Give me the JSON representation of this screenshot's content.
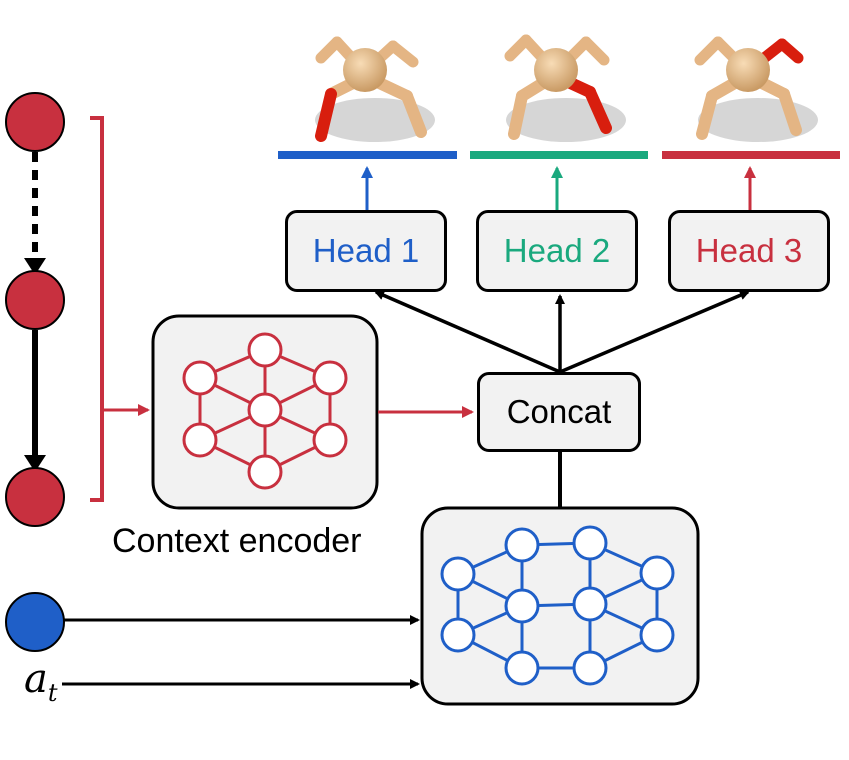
{
  "heads": [
    {
      "label": "Head 1",
      "color": "#1f5fc8"
    },
    {
      "label": "Head 2",
      "color": "#1aa97e"
    },
    {
      "label": "Head 3",
      "color": "#c8303f"
    }
  ],
  "concat_label": "Concat",
  "context_encoder_label": "Context encoder",
  "action_label": {
    "base": "a",
    "subscript": "t"
  },
  "colors": {
    "context_red": "#c8303f",
    "state_blue": "#1f5fc8",
    "head2_green": "#1aa97e",
    "box_fill": "#f2f2f2",
    "robot_body": "#e6b886",
    "robot_highlight_leg": "#d81e0e"
  },
  "icons": [
    "ant-robot-icon",
    "graph-network-icon"
  ]
}
